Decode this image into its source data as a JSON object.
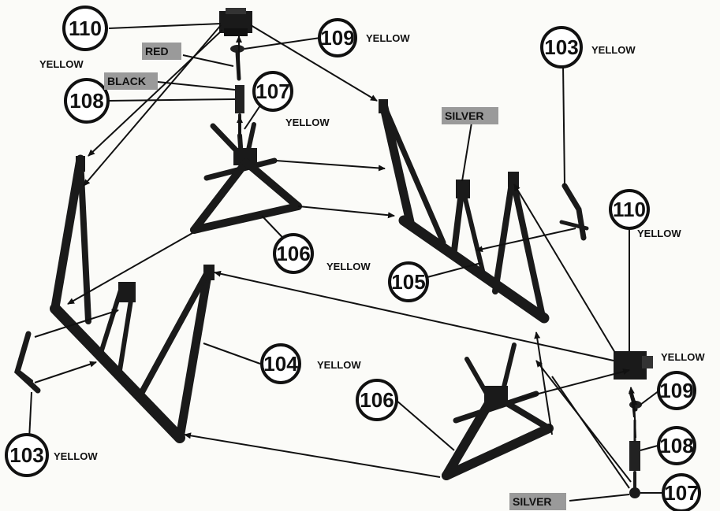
{
  "callouts": {
    "c110_top": "110",
    "c109_top": "109",
    "c108_top": "108",
    "c107_top": "107",
    "c103_right": "103",
    "c110_right": "110",
    "c106_mid": "106",
    "c105": "105",
    "c104": "104",
    "c106_bottom": "106",
    "c103_left": "103",
    "c109_right": "109",
    "c108_right": "108",
    "c107_right": "107"
  },
  "color_labels": {
    "yellow_110_top": "YELLOW",
    "yellow_109_top": "YELLOW",
    "yellow_107_top": "YELLOW",
    "yellow_103_right": "YELLOW",
    "yellow_110_right": "YELLOW",
    "yellow_106_mid": "YELLOW",
    "yellow_104": "YELLOW",
    "yellow_103_left": "YELLOW",
    "yellow_hub_right": "YELLOW"
  },
  "tags": {
    "red": "RED",
    "black": "BLACK",
    "silver_top": "SILVER",
    "silver_bottom": "SILVER"
  },
  "colors": {
    "ink": "#111111",
    "part": "#1a1a1a",
    "tag_fill": "#9a9a9a"
  }
}
